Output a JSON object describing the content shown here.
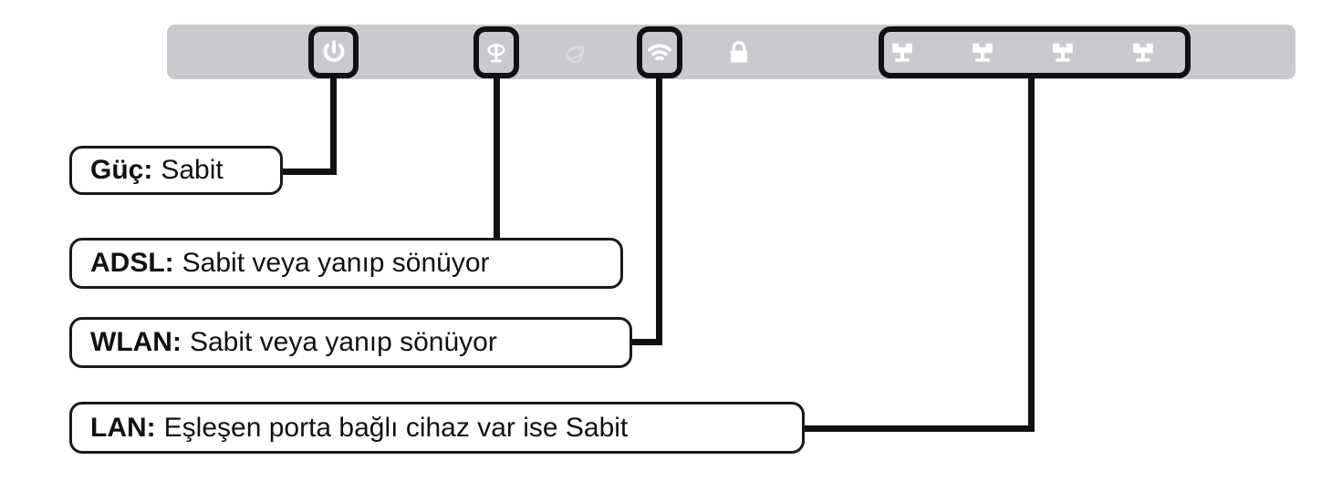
{
  "panel": {
    "name": "router-front-panel",
    "background_color": "#c8cace",
    "indicators": [
      {
        "id": "power",
        "icon": "power-icon",
        "highlighted": true,
        "state": "on"
      },
      {
        "id": "adsl",
        "icon": "adsl-icon",
        "highlighted": true,
        "state": "on"
      },
      {
        "id": "internet",
        "icon": "globe-icon",
        "highlighted": false,
        "state": "off"
      },
      {
        "id": "wlan",
        "icon": "wifi-icon",
        "highlighted": true,
        "state": "on"
      },
      {
        "id": "wps",
        "icon": "lock-icon",
        "highlighted": false,
        "state": "on"
      },
      {
        "id": "lan1",
        "icon": "lan-port-icon",
        "highlighted": true,
        "state": "on"
      },
      {
        "id": "lan2",
        "icon": "lan-port-icon",
        "highlighted": true,
        "state": "on"
      },
      {
        "id": "lan3",
        "icon": "lan-port-icon",
        "highlighted": true,
        "state": "on"
      },
      {
        "id": "lan4",
        "icon": "lan-port-icon",
        "highlighted": true,
        "state": "on"
      }
    ]
  },
  "callouts": [
    {
      "id": "power",
      "key": "Güç:",
      "value": "Sabit"
    },
    {
      "id": "adsl",
      "key": "ADSL:",
      "value": "Sabit veya yanıp sönüyor"
    },
    {
      "id": "wlan",
      "key": "WLAN:",
      "value": "Sabit veya yanıp sönüyor"
    },
    {
      "id": "lan",
      "key": "LAN:",
      "value": "Eşleşen porta bağlı cihaz var ise Sabit"
    }
  ],
  "colors": {
    "panel": "#c8cace",
    "outline": "#111111",
    "callout_border": "#1a1a1a",
    "led_on": "#ffffff",
    "led_off": "#d2d4d7",
    "text": "#111111"
  }
}
